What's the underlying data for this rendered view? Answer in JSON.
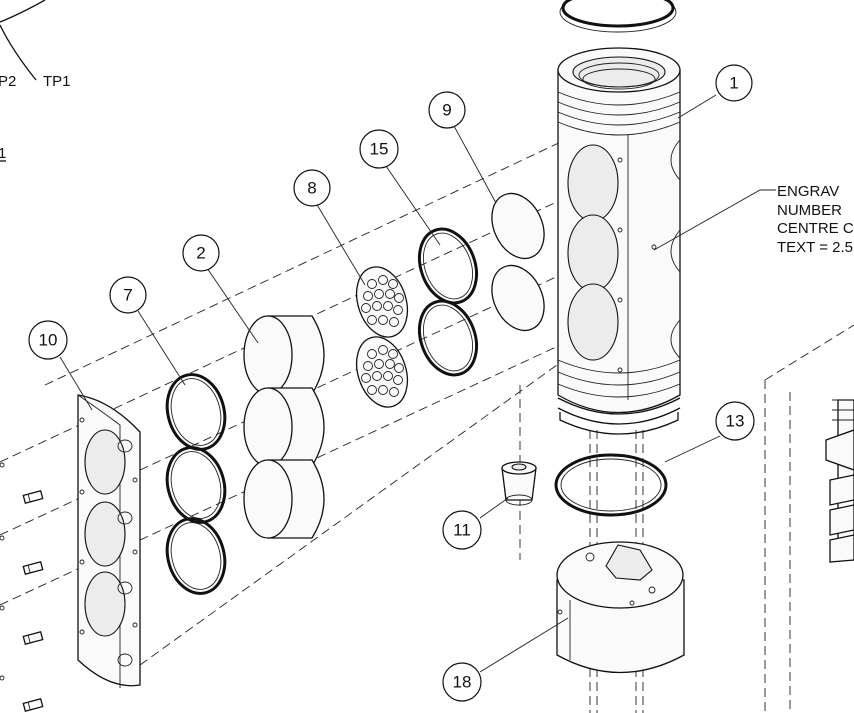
{
  "balloons": [
    {
      "id": "balloon-1",
      "label": "1"
    },
    {
      "id": "balloon-2",
      "label": "2"
    },
    {
      "id": "balloon-7",
      "label": "7"
    },
    {
      "id": "balloon-8",
      "label": "8"
    },
    {
      "id": "balloon-9",
      "label": "9"
    },
    {
      "id": "balloon-10",
      "label": "10"
    },
    {
      "id": "balloon-11",
      "label": "11"
    },
    {
      "id": "balloon-13",
      "label": "13"
    },
    {
      "id": "balloon-15",
      "label": "15"
    },
    {
      "id": "balloon-18",
      "label": "18"
    }
  ],
  "test_points": {
    "tp2_partial": "P2",
    "tp1": "TP1"
  },
  "cropped_underline_text": "1",
  "engraving_note": {
    "line1": "ENGRAV",
    "line2": "NUMBER",
    "line3": "CENTRE C",
    "line4": "TEXT = 2.5"
  }
}
